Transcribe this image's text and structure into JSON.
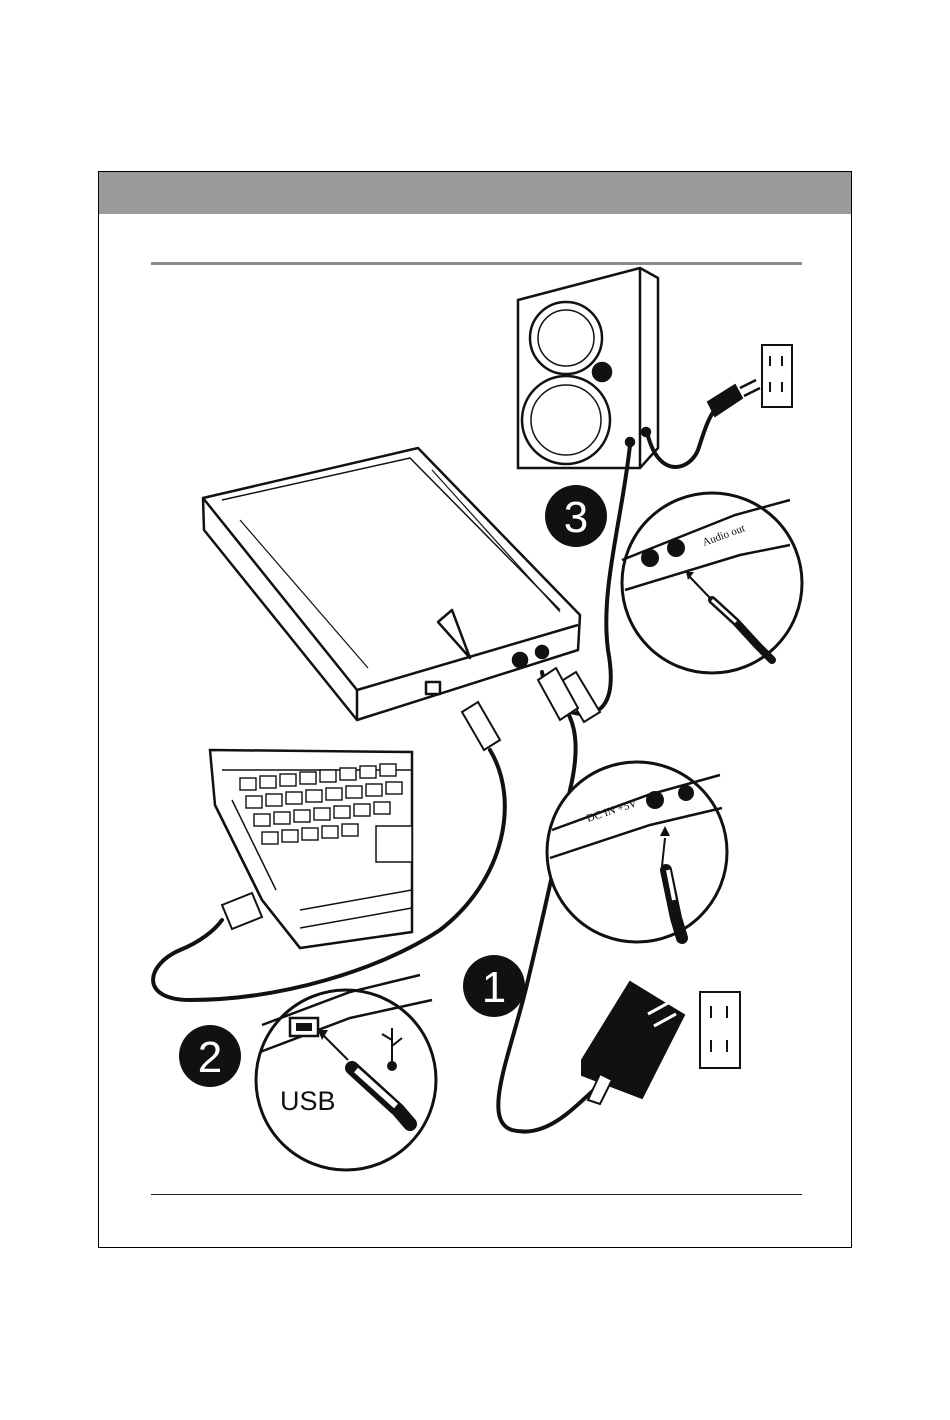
{
  "diagram": {
    "steps": [
      "1",
      "2",
      "3"
    ],
    "labels": {
      "usb": "USB",
      "audio_out": "Audio out",
      "dc_in": "DC IN +5V"
    },
    "colors": {
      "header_bar": "#9a9a9a",
      "ink": "#111111",
      "paper": "#ffffff"
    },
    "icons": [
      "speaker-icon",
      "wall-outlet-icon",
      "usb-symbol-icon",
      "power-adapter-icon",
      "laptop-icon",
      "scanner-icon"
    ]
  }
}
